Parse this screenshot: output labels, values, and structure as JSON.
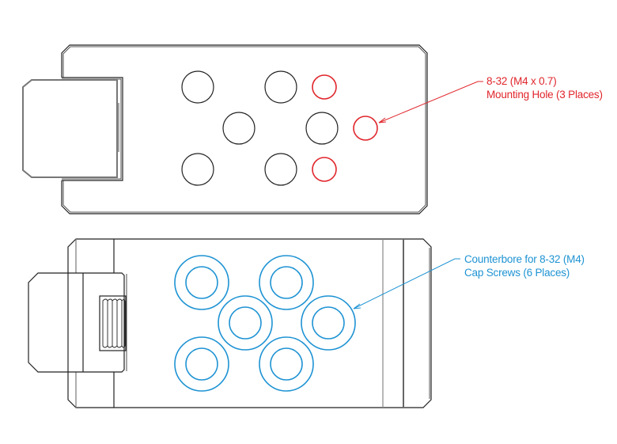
{
  "colors": {
    "mounting_hole": "#e0252b",
    "counterbore": "#1e93d3",
    "outline": "#222222"
  },
  "callouts": {
    "mounting_hole": {
      "line1": "8-32 (M4 x 0.7)",
      "line2": "Mounting Hole (3 Places)"
    },
    "counterbore": {
      "line1": "Counterbore for 8-32 (M4)",
      "line2": "Cap Screws (6 Places)"
    }
  }
}
